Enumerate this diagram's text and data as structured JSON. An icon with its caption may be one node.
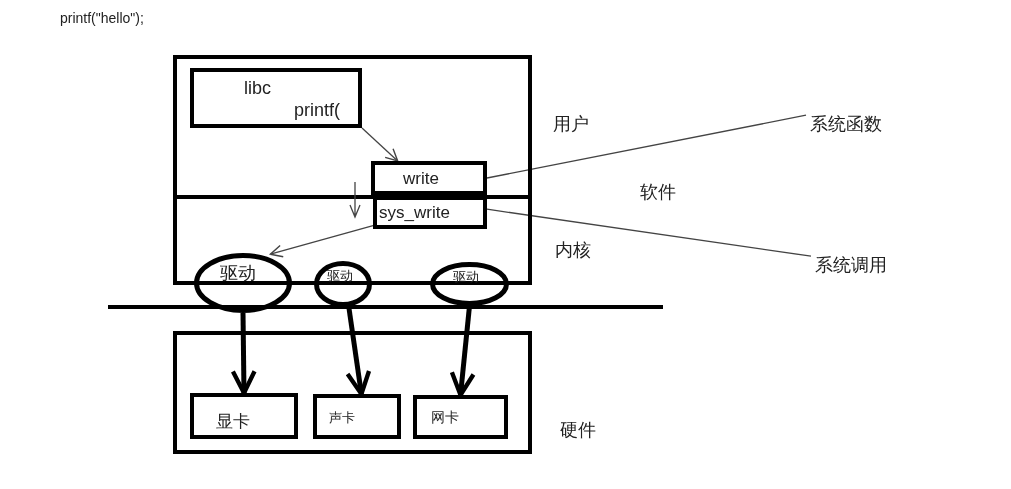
{
  "diagram": {
    "nodes": [
      {
        "text": [],
        "shape": "box"
      },
      {
        "text": [
          "libc",
          "printf("
        ],
        "in": 0
      },
      {
        "text": [
          "write"
        ],
        "in": 0
      },
      {
        "text": [
          "sys_write"
        ],
        "in": 0
      },
      {
        "text": [
          "驱动"
        ]
      },
      {
        "text": [
          "驱动"
        ]
      },
      {
        "text": [
          "驱动"
        ]
      },
      {
        "text": [],
        "shape": "box"
      },
      {
        "text": [
          "显卡"
        ],
        "in": 7
      },
      {
        "text": [
          "声卡"
        ],
        "in": 7
      },
      {
        "text": [
          "网卡"
        ],
        "in": 7
      },
      {
        "text": [
          "系统函数"
        ]
      },
      {
        "text": [
          "系统调用"
        ]
      }
    ],
    "edges": [
      {
        "from": 1,
        "to": 2,
        "arrow": "to"
      },
      {
        "from": 3,
        "to": 4,
        "arrow": "to"
      },
      {
        "from": 4,
        "to": 8,
        "arrow": "to",
        "style": "thick"
      },
      {
        "from": 5,
        "to": 9,
        "arrow": "to",
        "style": "thick"
      },
      {
        "from": 6,
        "to": 10,
        "arrow": "to",
        "style": "thick"
      },
      {
        "from": 11,
        "to": 2,
        "arrow": "none"
      },
      {
        "from": 12,
        "to": 3,
        "arrow": "none"
      }
    ],
    "labels": [
      "printf(\"hello\");",
      "用户",
      "软件",
      "内核",
      "硬件"
    ]
  }
}
